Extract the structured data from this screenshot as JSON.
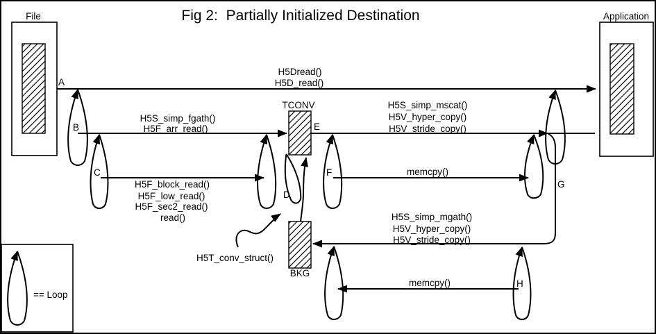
{
  "title": "Fig 2:  Partially Initialized Destination",
  "file": {
    "label": "File"
  },
  "application": {
    "label": "Application"
  },
  "tconv_label": "TCONV",
  "bkg_label": "BKG",
  "legend": {
    "label": "== Loop"
  },
  "points": {
    "a": "A",
    "b": "B",
    "c": "C",
    "d": "D",
    "e": "E",
    "f": "F",
    "g": "G",
    "h": "H"
  },
  "calls": {
    "top": {
      "line1": "H5Dread()",
      "line2": "H5D_read()"
    },
    "fgath": {
      "line1": "H5S_simp_fgath()",
      "line2": "H5F_arr_read()"
    },
    "block": {
      "line1": "H5F_block_read()",
      "line2": "H5F_low_read()",
      "line3": "H5F_sec2_read()",
      "line4": "read()"
    },
    "mscat": {
      "line1": "H5S_simp_mscat()",
      "line2": "H5V_hyper_copy()",
      "line3": "H5V_stride_copy()"
    },
    "memcpy_top": "memcpy()",
    "mgath": {
      "line1": "H5S_simp_mgath()",
      "line2": "H5V_hyper_copy()",
      "line3": "H5V_stride_copy()"
    },
    "memcpy_bottom": "memcpy()",
    "conv_struct": "H5T_conv_struct()"
  }
}
